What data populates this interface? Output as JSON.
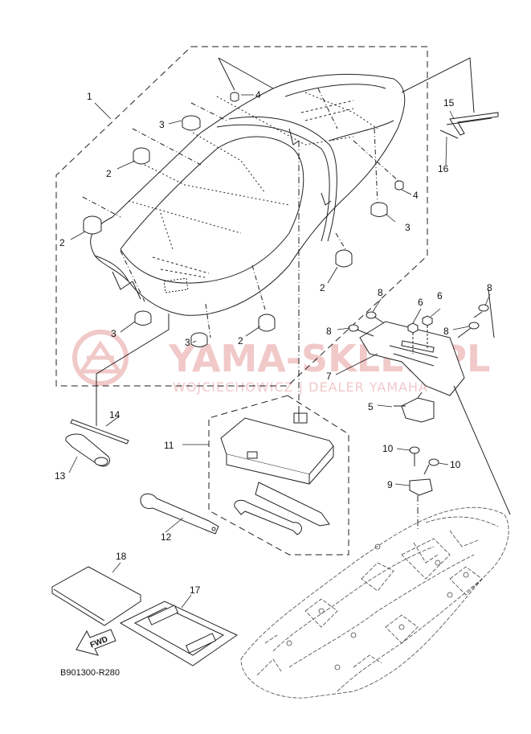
{
  "watermark": {
    "brand": "YAMA-SKLEP.PL",
    "dealer": "WOJCIECHOWICZ | DEALER YAMAHA"
  },
  "diagram_code": "B901300-R280",
  "fwd_label": "FWD",
  "callouts": [
    "1",
    "2",
    "3",
    "4",
    "5",
    "6",
    "7",
    "8",
    "9",
    "10",
    "11",
    "12",
    "13",
    "14",
    "15",
    "16",
    "17",
    "18"
  ]
}
